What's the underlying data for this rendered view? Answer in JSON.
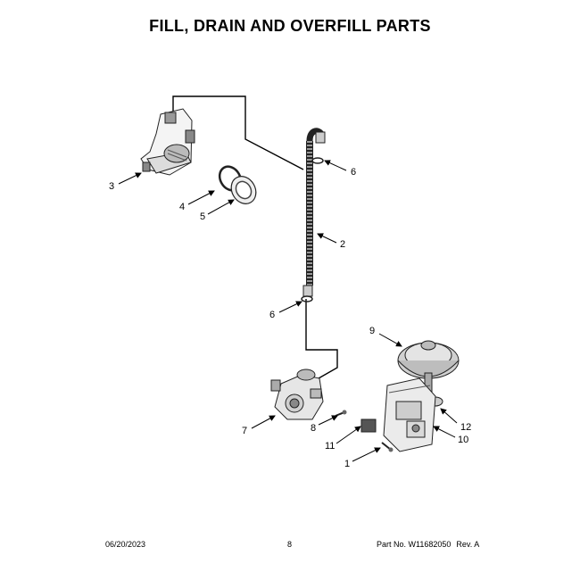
{
  "title": "FILL, DRAIN AND OVERFILL PARTS",
  "callouts": {
    "c1": "1",
    "c2": "2",
    "c3": "3",
    "c4": "4",
    "c5": "5",
    "c6a": "6",
    "c6b": "6",
    "c7": "7",
    "c8": "8",
    "c9": "9",
    "c10": "10",
    "c11": "11",
    "c12": "12"
  },
  "footer": {
    "date": "06/20/2023",
    "page": "8",
    "part_no": "Part No. W11682050",
    "rev": "Rev. A"
  }
}
